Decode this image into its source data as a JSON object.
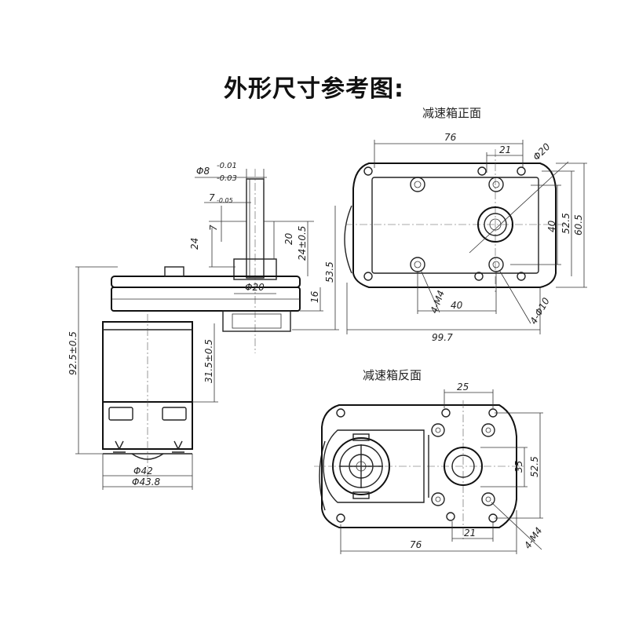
{
  "title": "外形尺寸参考图:",
  "front_view_label": "减速箱正面",
  "back_view_label": "减速箱反面",
  "side_view": {
    "shaft_dia": "Φ8",
    "shaft_tol_upper": "-0.01",
    "shaft_tol_lower": "-0.03",
    "flat_dim": "7",
    "flat_tol": "-0.05",
    "dim_7": "7",
    "dim_24": "24",
    "dim_20": "20",
    "dim_24_05": "24±0.5",
    "dim_53_5": "53.5",
    "dim_phi20": "Φ20",
    "dim_16": "16",
    "dim_92_5": "92.5±0.5",
    "dim_31_5": "31.5±0.5",
    "dim_phi42": "Φ42",
    "dim_phi43_8": "Φ43.8"
  },
  "front_view": {
    "dim_76": "76",
    "dim_21": "21",
    "dim_phi20": "Φ20",
    "dim_40v": "40",
    "dim_52_5": "52.5",
    "dim_60_5": "60.5",
    "dim_4m4": "4-M4",
    "dim_40h": "40",
    "dim_4phi10": "4-Φ10",
    "dim_99_7": "99.7"
  },
  "back_view": {
    "dim_25": "25",
    "dim_35": "35",
    "dim_52_5": "52.5",
    "dim_76": "76",
    "dim_21": "21",
    "dim_4m4": "4-M4"
  }
}
